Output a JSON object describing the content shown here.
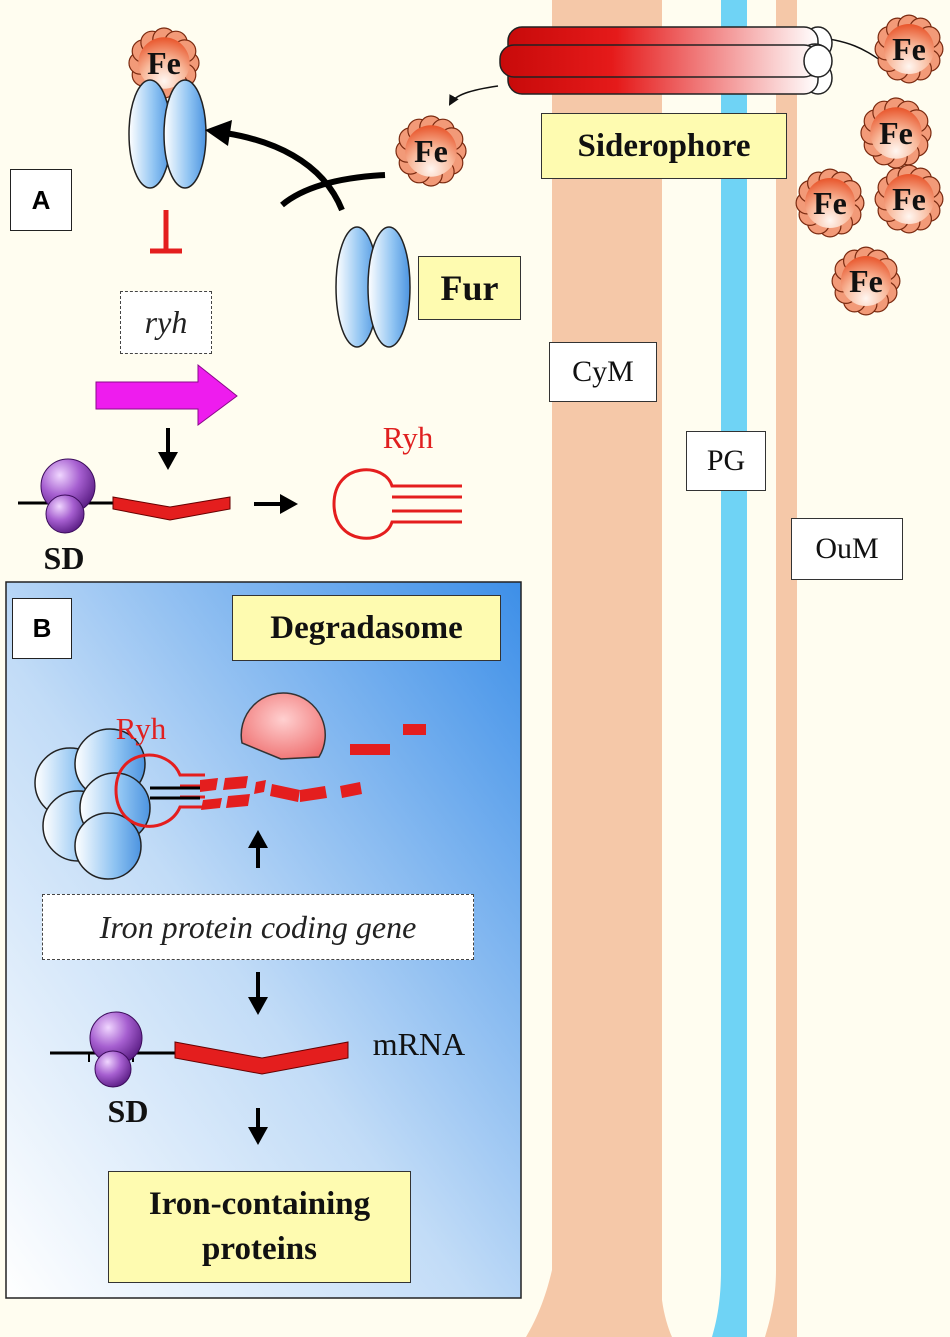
{
  "panels": {
    "a": "A",
    "b": "B"
  },
  "labels": {
    "siderophore": "Siderophore",
    "fur": "Fur",
    "ryh_gene": "ryh",
    "ryh_rna_top": "Ryh",
    "sd_top": "SD",
    "degradasome": "Degradasome",
    "ryh_rna_bottom": "Ryh",
    "iron_gene": "Iron protein coding gene",
    "mrna": "mRNA",
    "sd_bottom": "SD",
    "iron_proteins_line1": "Iron-containing",
    "iron_proteins_line2": "proteins",
    "cym": "CyM",
    "pg": "PG",
    "oum": "OuM",
    "fe": "Fe"
  },
  "colors": {
    "background": "#fffdf0",
    "membrane": "#f5c8a8",
    "peptidoglycan": "#6fd3f5",
    "rna_red": "#e41e1e",
    "promoter_arrow": "#ee1cee",
    "label_yellow": "#fefbb0",
    "fur_blue": "#7fb8ee",
    "ribosome_purple": "#8a3cb0",
    "panel_b_blue": "#3d8fe8"
  }
}
